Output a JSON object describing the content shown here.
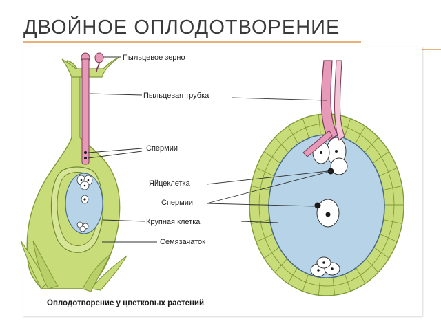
{
  "slide": {
    "title": "ДВОЙНОЕ ОПЛОДОТВОРЕНИЕ"
  },
  "figure": {
    "labels": {
      "pollen_grain": "Пыльцевое зерно",
      "pollen_tube": "Пыльцевая трубка",
      "sperm_left": "Спермии",
      "egg_cell": "Яйцеклетка",
      "sperm_right": "Спермии",
      "large_cell": "Крупная клетка",
      "ovule": "Семязачаток"
    },
    "caption": "Оплодотворение у цветковых растений"
  },
  "colors": {
    "tissue_green": "#c9dc7a",
    "tissue_outline": "#7f9a3a",
    "sac_blue": "#b7d3e8",
    "tube_pink": "#e79ab8",
    "tube_outline": "#7a3b55",
    "nucleus": "#1a1a1a",
    "accent": "#e8b07a"
  }
}
